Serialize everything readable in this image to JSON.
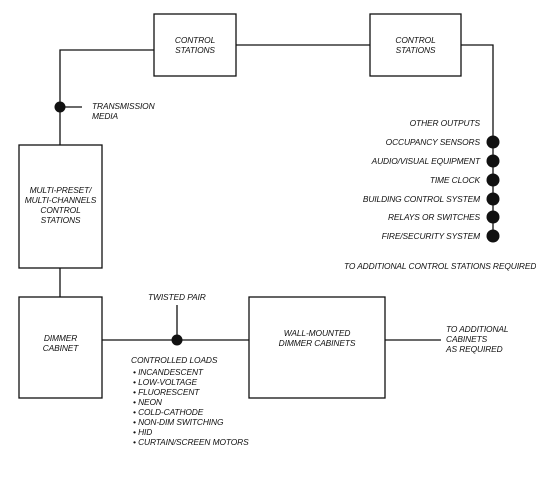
{
  "boxes": {
    "control_station_1": [
      "CONTROL",
      "STATIONS"
    ],
    "control_station_2": [
      "CONTROL",
      "STATIONS"
    ],
    "multi_preset": [
      "MULTI-PRESET/",
      "MULTI-CHANNELS",
      "CONTROL",
      "STATIONS"
    ],
    "dimmer_cabinet": [
      "DIMMER",
      "CABINET"
    ],
    "wall_mounted": [
      "WALL-MOUNTED",
      "DIMMER CABINETS"
    ]
  },
  "labels": {
    "transmission_media": [
      "TRANSMISSION",
      "MEDIA"
    ],
    "twisted_pair": "TWISTED PAIR",
    "other_outputs_title": "OTHER OUTPUTS",
    "other_outputs": [
      "OCCUPANCY SENSORS",
      "AUDIO/VISUAL EQUIPMENT",
      "TIME CLOCK",
      "BUILDING CONTROL SYSTEM",
      "RELAYS OR SWITCHES",
      "FIRE/SECURITY SYSTEM"
    ],
    "to_additional_control_stations": "TO ADDITIONAL CONTROL STATIONS REQUIRED",
    "to_additional_cabinets": [
      "TO ADDITIONAL",
      "CABINETS",
      "AS REQUIRED"
    ],
    "controlled_loads_title": "CONTROLLED LOADS",
    "controlled_loads": [
      "INCANDESCENT",
      "LOW-VOLTAGE",
      "FLUORESCENT",
      "NEON",
      "COLD-CATHODE",
      "NON-DIM SWITCHING",
      "HID",
      "CURTAIN/SCREEN MOTORS"
    ]
  },
  "colors": {
    "line": "#111111",
    "background": "#ffffff"
  }
}
